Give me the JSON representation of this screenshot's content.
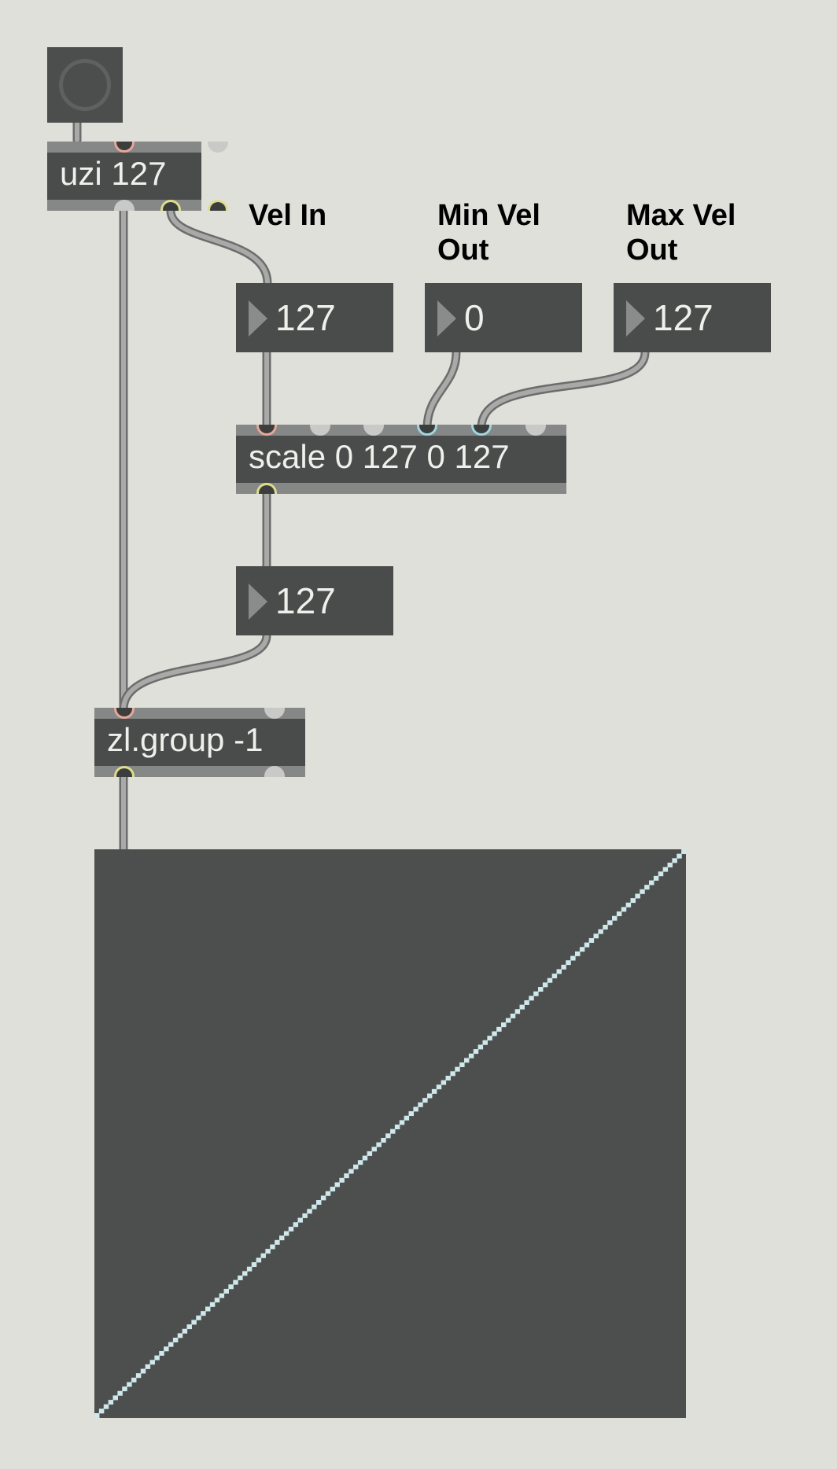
{
  "objects": {
    "uzi": "uzi 127",
    "scale": "scale 0 127 0 127",
    "zlgroup": "zl.group -1"
  },
  "number_boxes": {
    "vel_in": "127",
    "min_vel_out": "0",
    "max_vel_out": "127",
    "scale_output": "127"
  },
  "comments": {
    "vel_in": "Vel In",
    "min_vel_out": "Min Vel\nOut",
    "max_vel_out": "Max Vel\nOut"
  },
  "multislider": {
    "slider_count": 128,
    "min": 0,
    "max": 127,
    "values_description": "linear ramp 0 to 127",
    "background_color": "#4d4f4e",
    "slider_color": "#cfe8ec"
  },
  "colors": {
    "patch_background": "#dfe0da",
    "object_fill": "#4a4c4b",
    "inlet_connected": "#e8a79a",
    "outlet_connected": "#dedd8d",
    "cold_inlet": "#9fd7e2"
  }
}
